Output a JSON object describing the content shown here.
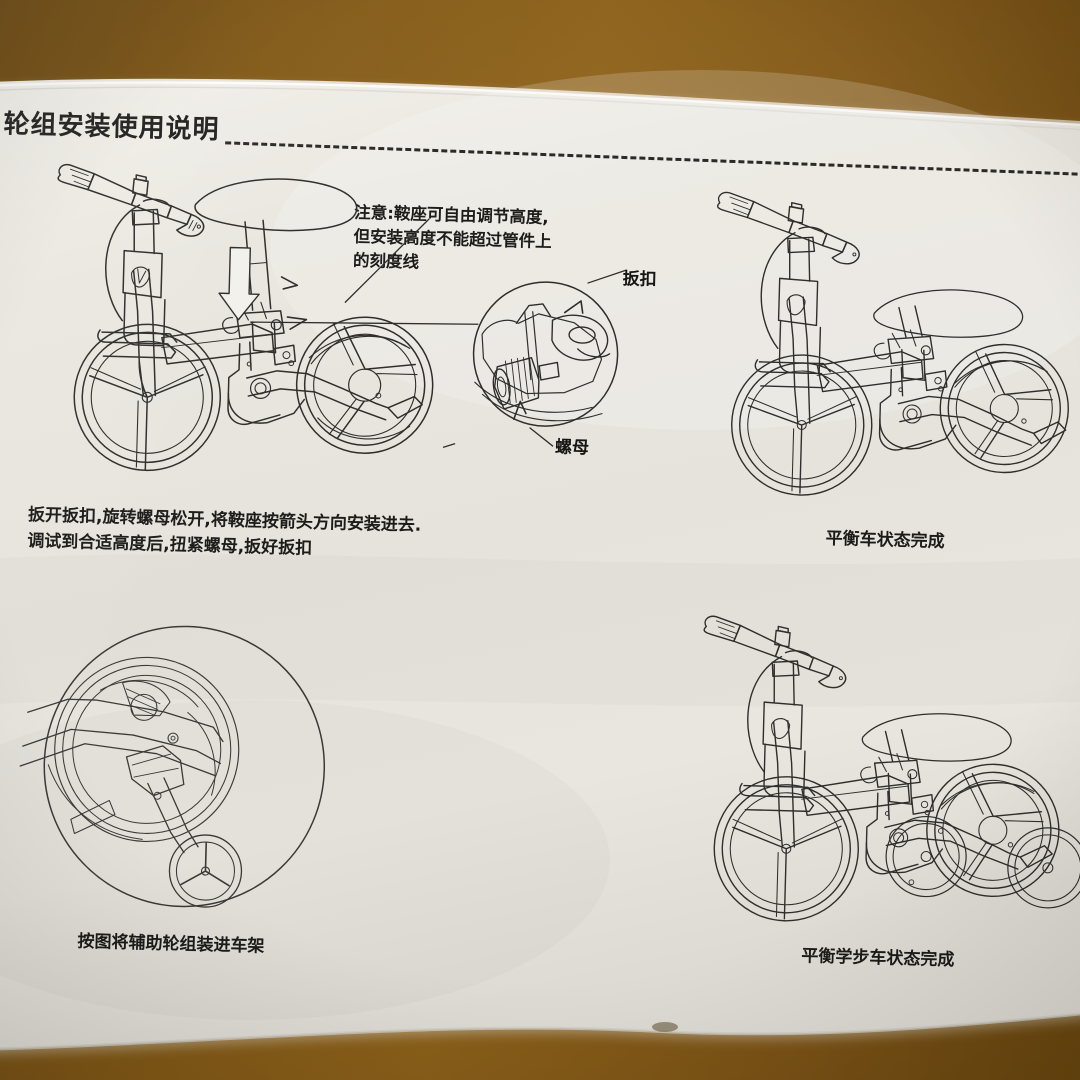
{
  "scene": {
    "background_color": "#7a5418",
    "paper_color": "#e9e6df",
    "ink_color": "#2b2a28"
  },
  "document": {
    "title": "轮组安装使用说明",
    "divider": "dashed-rule"
  },
  "note": {
    "text": "注意:鞍座可自由调节高度,\n但安装高度不能超过管件上\n的刻度线"
  },
  "callout_labels": {
    "buckle": "扳扣",
    "nut": "螺母"
  },
  "figures": {
    "step1": {
      "name": "balance-bike-seat-install-diagram",
      "caption": "扳开扳扣,旋转螺母松开,将鞍座按箭头方向安装进去.\n调试到合适高度后,扭紧螺母,扳好扳扣"
    },
    "detail1": {
      "name": "seat-clamp-detail-circle"
    },
    "step2": {
      "name": "balance-bike-complete-diagram",
      "caption": "平衡车状态完成"
    },
    "step3": {
      "name": "training-wheel-mount-detail-circle",
      "caption": "按图将辅助轮组装进车架"
    },
    "step4": {
      "name": "balance-walker-bike-complete-diagram",
      "caption": "平衡学步车状态完成"
    }
  }
}
